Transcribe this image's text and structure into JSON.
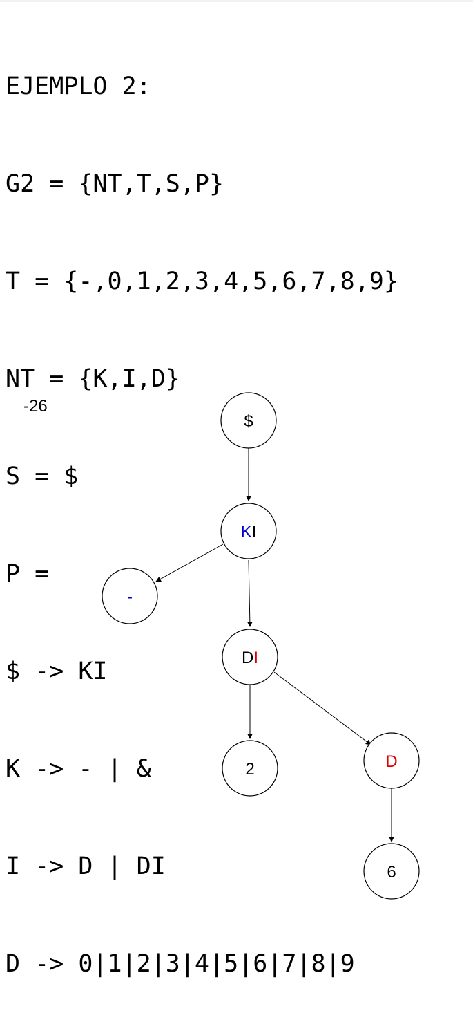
{
  "grammar_lines": [
    "EJEMPLO 2:",
    "G2 = {NT,T,S,P}",
    "T = {-,0,1,2,3,4,5,6,7,8,9}",
    "NT = {K,I,D}",
    "S = $",
    "P =",
    "$ -> KI",
    "K -> - | &",
    "I -> D | DI",
    "D -> 0|1|2|3|4|5|6|7|8|9"
  ],
  "input_string": "-26",
  "colors": {
    "black": "#000000",
    "blue": "#0000cc",
    "red": "#e00000"
  },
  "tree": {
    "root": {
      "parts": [
        {
          "text": "$",
          "color": "black"
        }
      ]
    },
    "ki": {
      "parts": [
        {
          "text": "K",
          "color": "blue"
        },
        {
          "text": "I",
          "color": "black"
        }
      ]
    },
    "minus": {
      "parts": [
        {
          "text": "-",
          "color": "blue"
        }
      ]
    },
    "di": {
      "parts": [
        {
          "text": "D",
          "color": "black"
        },
        {
          "text": "I",
          "color": "red"
        }
      ]
    },
    "two": {
      "parts": [
        {
          "text": "2",
          "color": "black"
        }
      ]
    },
    "d": {
      "parts": [
        {
          "text": "D",
          "color": "red"
        }
      ]
    },
    "six": {
      "parts": [
        {
          "text": "6",
          "color": "black"
        }
      ]
    }
  }
}
